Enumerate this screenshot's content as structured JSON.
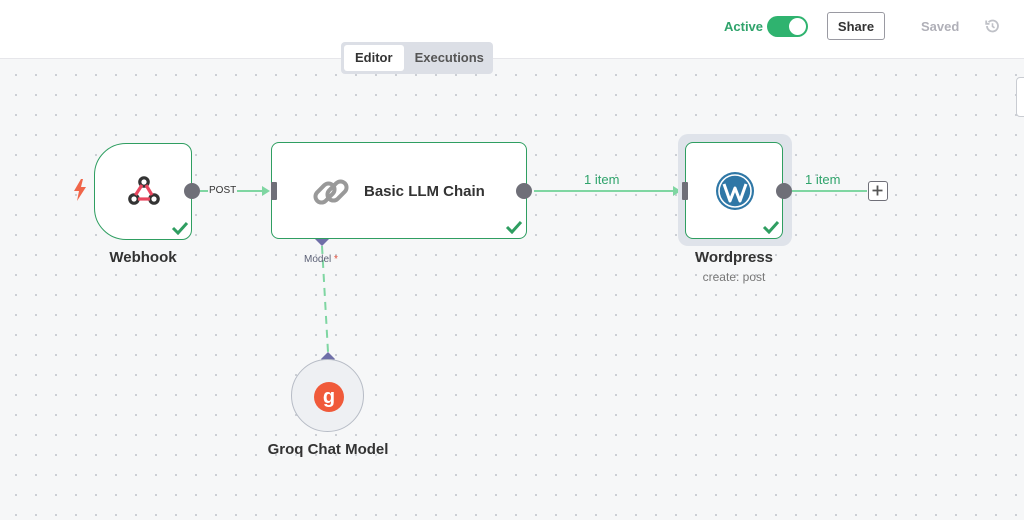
{
  "header": {
    "active_label": "Active",
    "active": true,
    "share_label": "Share",
    "saved_label": "Saved",
    "history_icon": "history-icon"
  },
  "tabs": [
    {
      "label": "Editor",
      "selected": true
    },
    {
      "label": "Executions",
      "selected": false
    }
  ],
  "nodes": {
    "webhook": {
      "name": "Webhook",
      "icon": "webhook-icon",
      "trigger_icon": "lightning-icon",
      "status": "success"
    },
    "llm": {
      "name": "Basic LLM Chain",
      "icon": "chain-link-icon",
      "status": "success",
      "model_port_label": "Model",
      "model_required": "*"
    },
    "wordpress": {
      "name": "Wordpress",
      "subtitle": "create: post",
      "icon": "wordpress-icon",
      "status": "success"
    },
    "groq": {
      "name": "Groq Chat Model",
      "icon": "groq-icon",
      "logo_letter": "g"
    }
  },
  "edges": {
    "webhook_to_llm": "POST",
    "llm_to_wordpress": "1 item",
    "wordpress_out": "1 item"
  },
  "colors": {
    "accent_green": "#2f9e61",
    "edge_green": "#7fd6a2",
    "groq_red": "#f05a3a"
  }
}
